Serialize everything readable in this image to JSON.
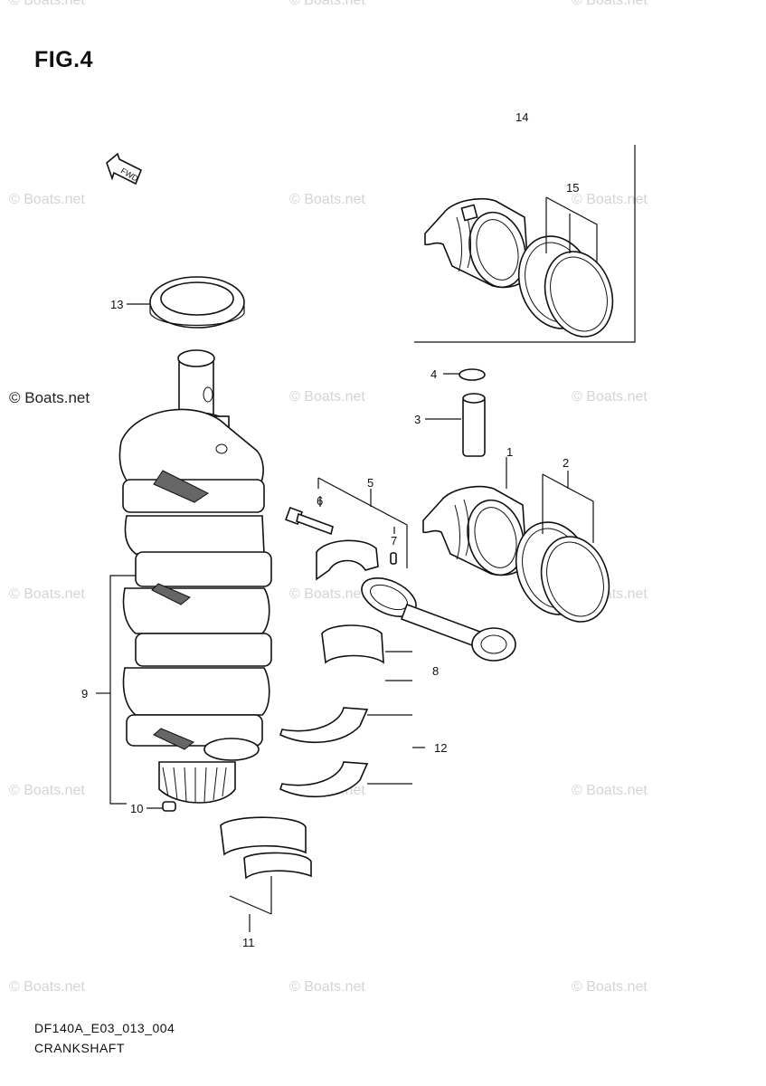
{
  "figure": {
    "title": "FIG.4",
    "fwd_label": "FWD",
    "footer_code": "DF140A_E03_013_004",
    "footer_name": "CRANKSHAFT"
  },
  "watermark": "© Boats.net",
  "callouts": {
    "c1": "1",
    "c2": "2",
    "c3": "3",
    "c4": "4",
    "c5": "5",
    "c6": "6",
    "c7": "7",
    "c8": "8",
    "c9": "9",
    "c10": "10",
    "c11": "11",
    "c12": "12",
    "c13": "13",
    "c14": "14",
    "c15": "15"
  }
}
